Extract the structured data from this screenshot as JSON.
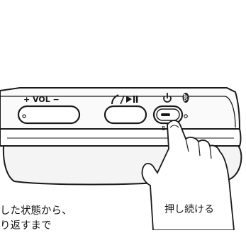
{
  "device": {
    "vol_label": "+ VOL −",
    "power_glyph": "⏻",
    "bluetooth_glyph": "ʙ",
    "b_label": "B"
  },
  "caption": {
    "line1": "した状態から、",
    "line2": "り返すまで",
    "right": "押し続ける"
  },
  "colors": {
    "stroke": "#1a1a1a",
    "fill": "#ffffff",
    "device_top": "#fafafa",
    "device_bottom": "#f4f4f4"
  }
}
